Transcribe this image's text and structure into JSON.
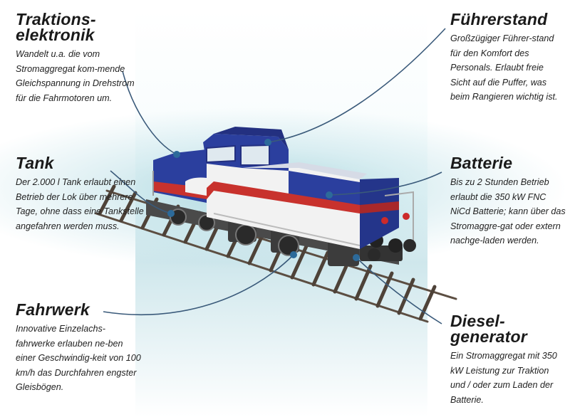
{
  "callouts": {
    "traktion": {
      "title": "Traktions-\nelektronik",
      "text": "Wandelt u.a. die vom Stromaggregat kom-mende Gleichspannung in Drehstrom für die Fahrmotoren um."
    },
    "tank": {
      "title": "Tank",
      "text": "Der 2.000 l Tank erlaubt einen Betrieb der Lok über mehrere Tage, ohne dass eine Tankstelle angefahren werden muss."
    },
    "fahrwerk": {
      "title": "Fahrwerk",
      "text": "Innovative Einzelachs-fahrwerke erlauben ne-ben einer Geschwindig-keit von 100 km/h das Durchfahren engster Gleisbögen."
    },
    "fuehrerstand": {
      "title": "Führerstand",
      "text": "Großzügiger Führer-stand für den Komfort des Personals. Erlaubt freie Sicht auf die Puffer, was beim Rangieren wichtig ist."
    },
    "batterie": {
      "title": "Batterie",
      "text": "Bis zu 2 Stunden Betrieb erlaubt die 350 kW FNC NiCd Batterie; kann über das Stromaggre-gat oder extern nachge-laden werden."
    },
    "diesel": {
      "title": "Diesel-\ngenerator",
      "text": "Ein Stromaggregat mit 350 kW Leistung zur Traktion und / oder zum Laden der Batterie."
    }
  },
  "colors": {
    "body_blue": "#2b3f9e",
    "stripe_red": "#c8322d",
    "body_white": "#f2f2f2",
    "line_blue": "#3a5a7a",
    "track": "#6a5a4a"
  }
}
